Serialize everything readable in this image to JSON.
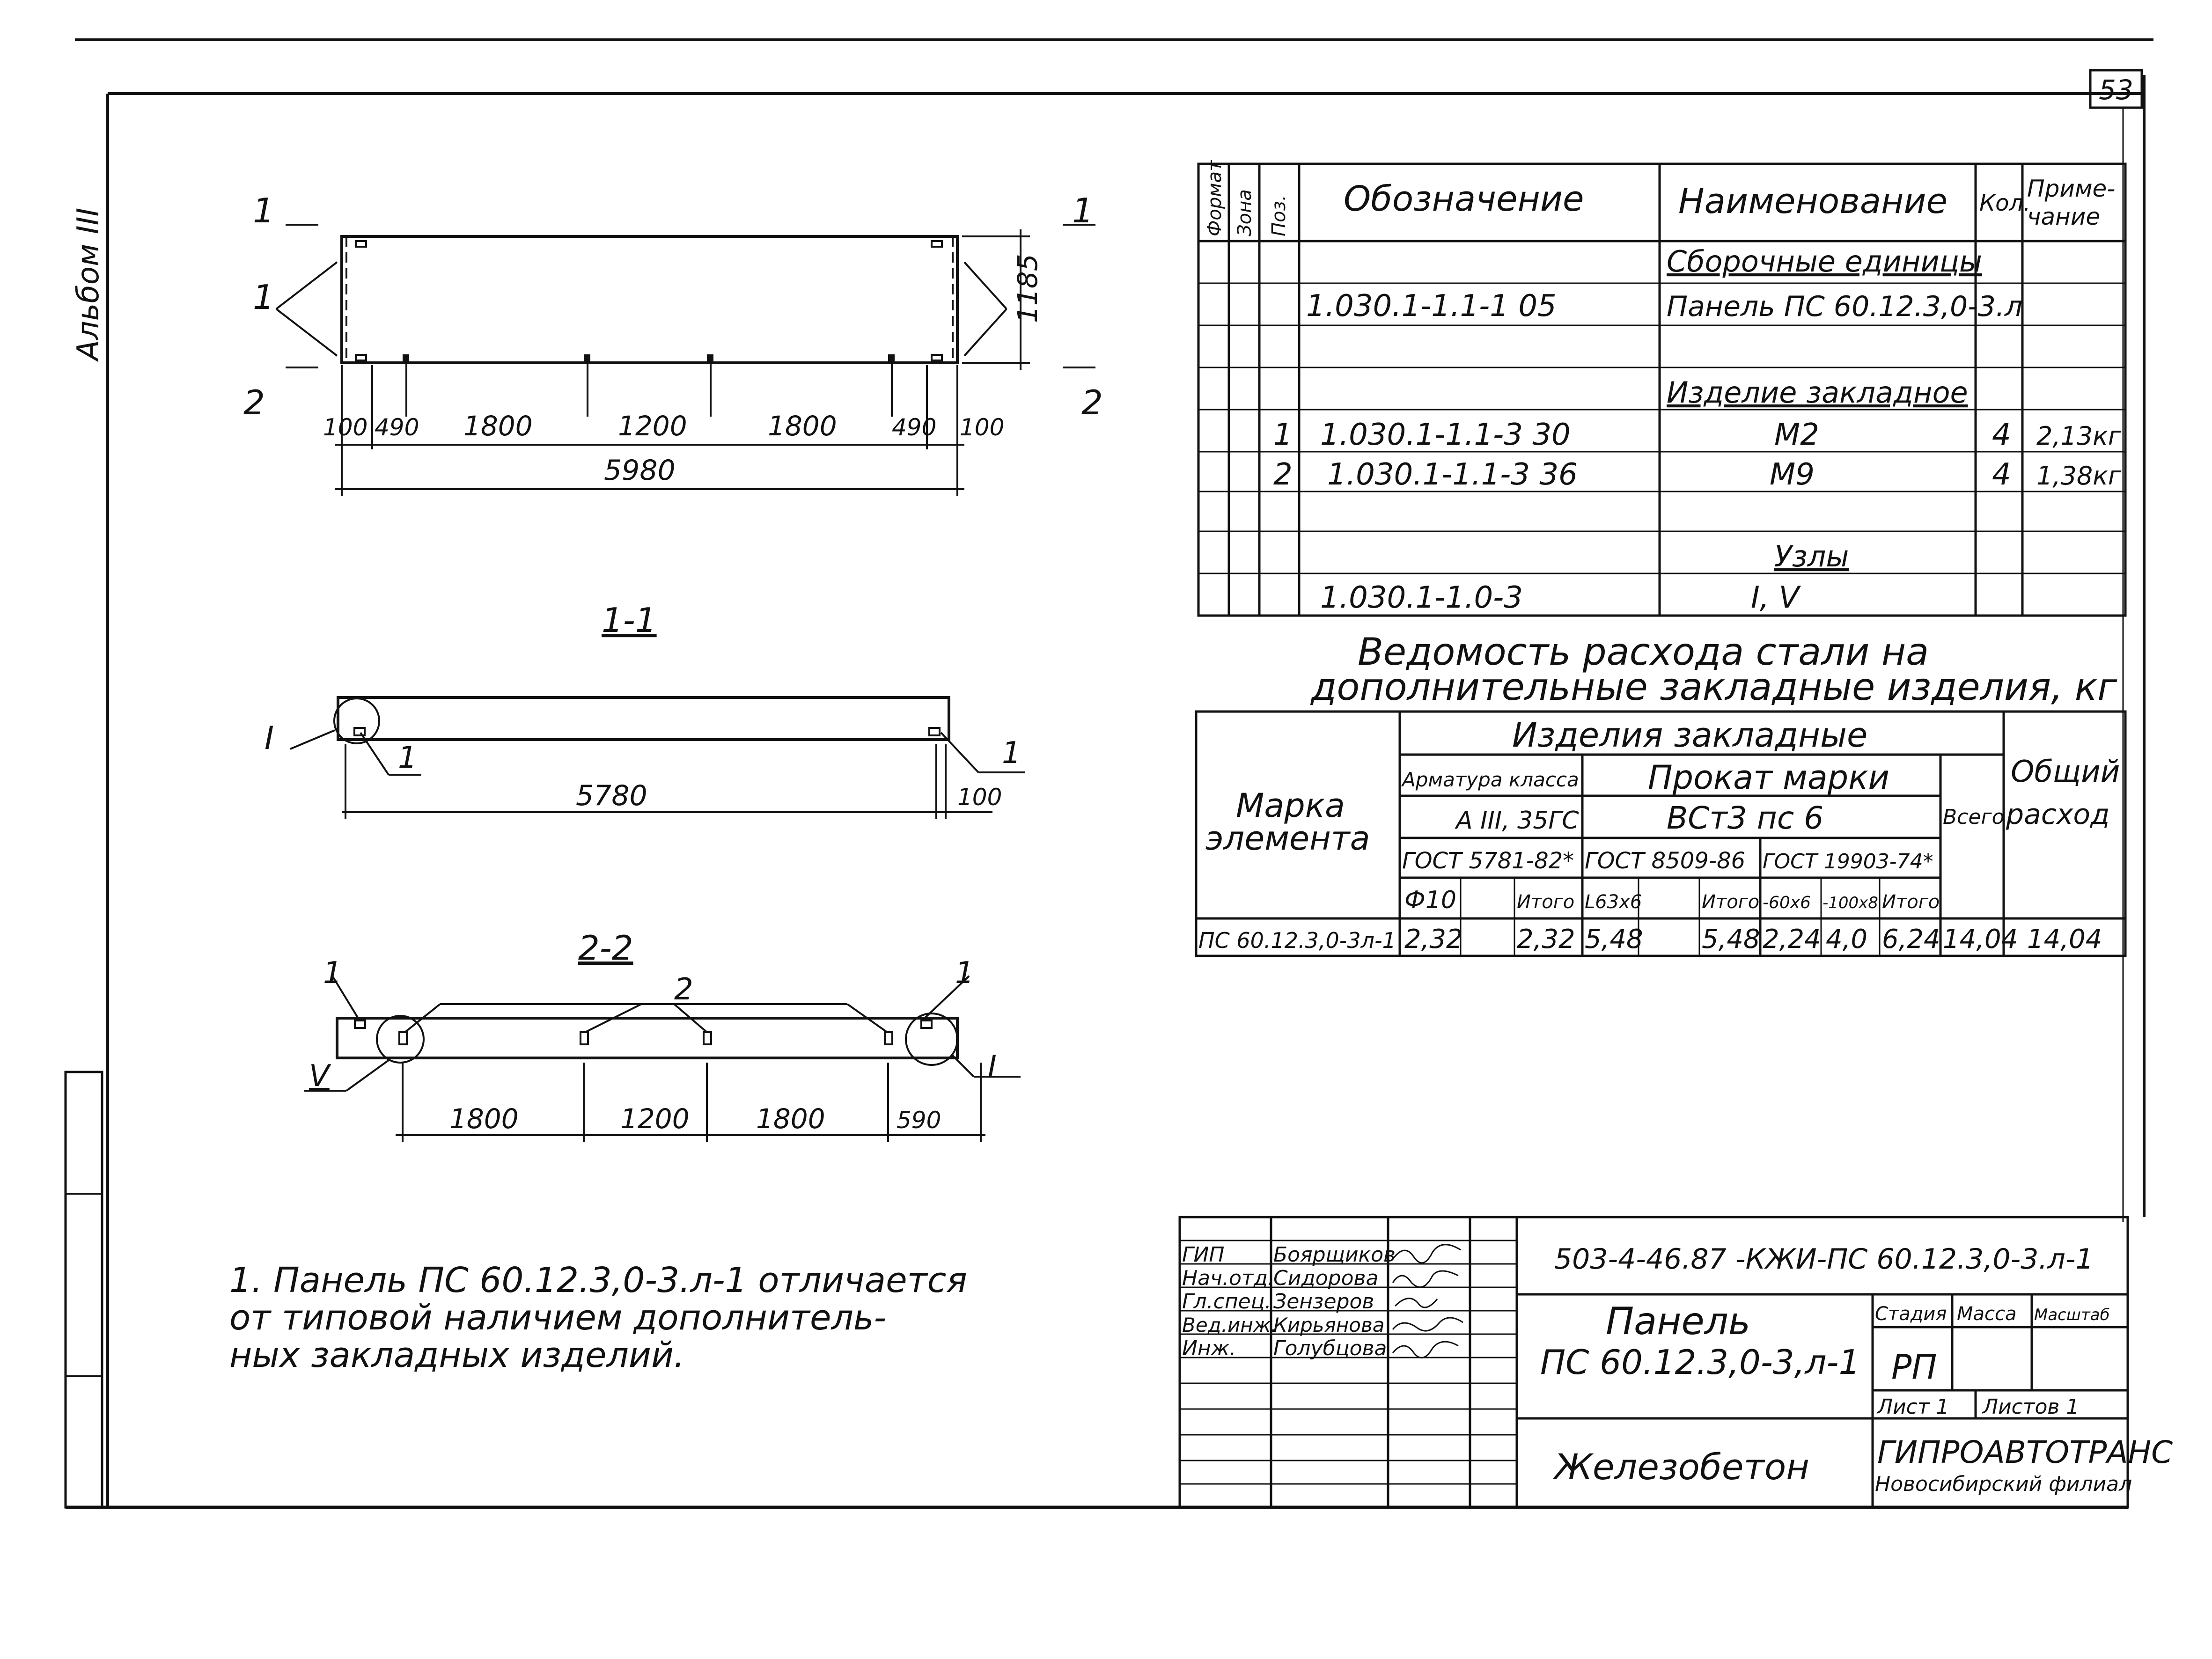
{
  "page_number": "53",
  "album": "Альбом III",
  "plan": {
    "section_marks": {
      "top_left": "1",
      "top_right": "1",
      "bottom_left": "2",
      "bottom_right": "2"
    },
    "callout": "1",
    "height_dim": "1185",
    "segments": [
      "100",
      "490",
      "1800",
      "1200",
      "1800",
      "490",
      "100"
    ],
    "total": "5980"
  },
  "section_1_1": {
    "title": "1-1",
    "node_mark": "I",
    "callout_left": "1",
    "callout_right": "1",
    "length": "5780",
    "edge_dim": "100"
  },
  "section_2_2": {
    "title": "2-2",
    "callout_left": "1",
    "callout_mid": "2",
    "callout_right": "1",
    "node_left": "V",
    "node_right": "I",
    "segments": [
      "1800",
      "1200",
      "1800",
      "590"
    ]
  },
  "spec": {
    "headers": {
      "format": "Формат",
      "zone": "Зона",
      "pos": "Поз.",
      "designation": "Обозначение",
      "name": "Наименование",
      "qty": "Кол.",
      "note_1": "Приме-",
      "note_2": "чание"
    },
    "rows": [
      {
        "pos": "",
        "designation": "",
        "name": "Сборочные единицы",
        "qty": "",
        "note": ""
      },
      {
        "pos": "",
        "designation": "1.030.1-1.1-1 05",
        "name": "Панель ПС 60.12.3,0-3.л",
        "qty": "",
        "note": ""
      },
      {
        "pos": "",
        "designation": "",
        "name": "",
        "qty": "",
        "note": ""
      },
      {
        "pos": "",
        "designation": "",
        "name": "Изделие закладное",
        "qty": "",
        "note": ""
      },
      {
        "pos": "1",
        "designation": "1.030.1-1.1-3  30",
        "name": "М2",
        "qty": "4",
        "note": "2,13кг"
      },
      {
        "pos": "2",
        "designation": "1.030.1-1.1-3  36",
        "name": "М9",
        "qty": "4",
        "note": "1,38кг"
      },
      {
        "pos": "",
        "designation": "",
        "name": "",
        "qty": "",
        "note": ""
      },
      {
        "pos": "",
        "designation": "",
        "name": "Узлы",
        "qty": "",
        "note": ""
      },
      {
        "pos": "",
        "designation": "1.030.1-1.0-3",
        "name": "I, V",
        "qty": "",
        "note": ""
      }
    ]
  },
  "steel": {
    "title_1": "Ведомость расхода стали на",
    "title_2": "дополнительные закладные изделия, кг",
    "mark_1": "Марка",
    "mark_2": "элемента",
    "group": "Изделия закладные",
    "rebar_class": "Арматура класса",
    "rebar_grade": "А III, 35ГС",
    "rolled_title": "Прокат марки",
    "rolled_grade": "ВСт3 пс 6",
    "gost_rebar": "ГОСТ 5781-82*",
    "gost_1": "ГОСТ 8509-86",
    "gost_2": "ГОСТ 19903-74*",
    "total_all": "Всего",
    "total_1": "Общий",
    "total_2": "расход",
    "sub": [
      "Ф10",
      "",
      "Итого",
      "L63х6",
      "",
      "Итого",
      "-60х6",
      "-100х8",
      "Итого"
    ],
    "row": {
      "mark": "ПС 60.12.3,0-3л-1",
      "values": [
        "2,32",
        "",
        "2,32",
        "5,48",
        "",
        "5,48",
        "2,24",
        "4,0",
        "6,24",
        "14,04",
        "14,04"
      ]
    }
  },
  "note": {
    "line_1": "1. Панель ПС 60.12.3,0-3.л-1  отличается",
    "line_2": "от  типовой  наличием  дополнитель-",
    "line_3": "ных  закладных  изделий."
  },
  "title_block": {
    "roles": [
      "ГИП",
      "Нач.отд.",
      "Гл.спец.",
      "Вед.инж.",
      "Инж."
    ],
    "names": [
      "Боярщиков",
      "Сидорова",
      "Зензеров",
      "Кирьянова",
      "Голубцова"
    ],
    "code": "503-4-46.87   -КЖИ-ПС 60.12.3,0-3.л-1",
    "title_1": "Панель",
    "title_2": "ПС 60.12.3,0-3,л-1",
    "stage_label": "Стадия",
    "mass_label": "Масса",
    "scale_label": "Масштаб",
    "stage": "РП",
    "sheet": "Лист 1",
    "sheets": "Листов 1",
    "material": "Железобетон",
    "org_1": "ГИПРОАВТОТРАНС",
    "org_2": "Новосибирский филиал"
  }
}
